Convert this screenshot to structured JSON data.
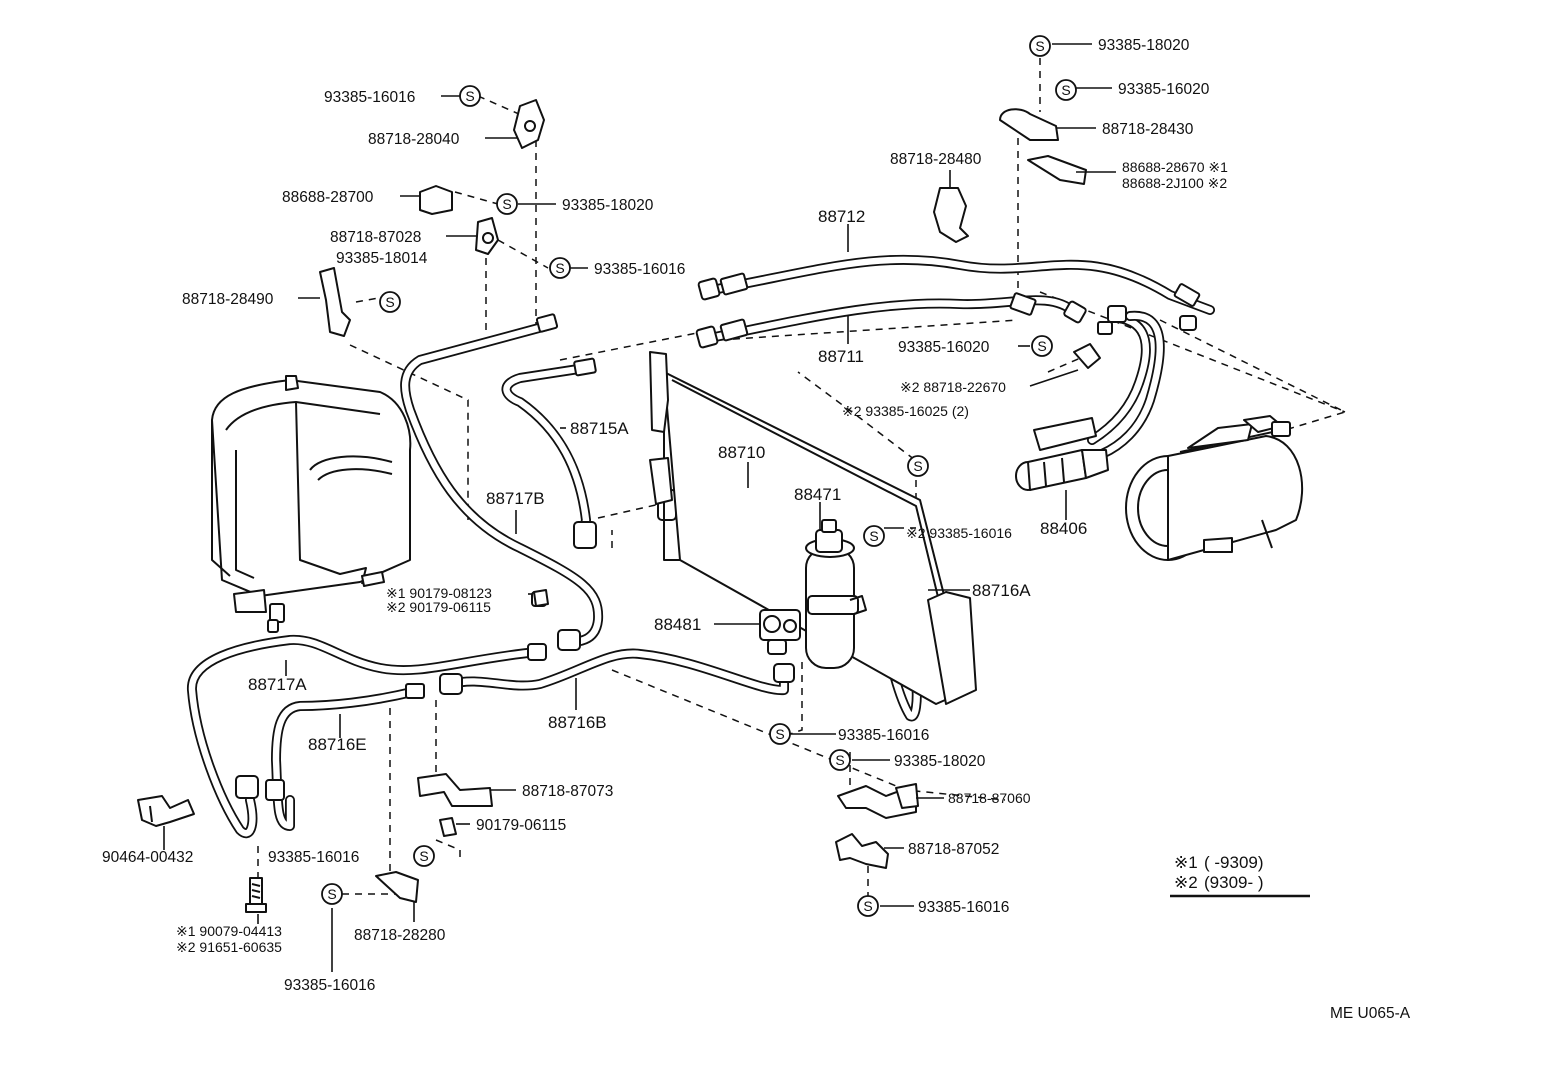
{
  "diagram_ref": "ME  U065-A",
  "symbol_s": "S",
  "symbol_note": "※",
  "legend": [
    {
      "mark": "※1",
      "range": "(        -9309)"
    },
    {
      "mark": "※2",
      "range": "(9309-         )"
    }
  ],
  "labels": {
    "p_93385_18020_top": "93385-18020",
    "p_93385_16020_top": "93385-16020",
    "p_88718_28430": "88718-28430",
    "p_88688_28670": "88688-28670 ※1",
    "p_88688_2j100": "88688-2J100 ※2",
    "p_93385_16016_a": "93385-16016",
    "p_88718_28040": "88718-28040",
    "p_88718_28480": "88718-28480",
    "p_88688_28700": "88688-28700",
    "p_93385_18020_b": "93385-18020",
    "p_88718_87028": "88718-87028",
    "p_93385_18014": "93385-18014",
    "p_93385_16016_b": "93385-16016",
    "p_88718_28490": "88718-28490",
    "p_88712": "88712",
    "p_88711": "88711",
    "p_93385_16020_mid": "93385-16020",
    "p_88718_22670": "※2 88718-22670",
    "p_93385_16025": "※2 93385-16025 (2)",
    "p_88715a": "88715A",
    "p_88710": "88710",
    "p_88717b": "88717B",
    "p_88471": "88471",
    "p_88406": "88406",
    "p_93385_16016_c": "※2 93385-16016",
    "p_90179_08123": "※1 90179-08123",
    "p_90179_06115_a": "※2 90179-06115",
    "p_88716a": "88716A",
    "p_88481": "88481",
    "p_88717a": "88717A",
    "p_88716b": "88716B",
    "p_88716e": "88716E",
    "p_93385_16016_d": "93385-16016",
    "p_93385_18020_c": "93385-18020",
    "p_88718_87073": "88718-87073",
    "p_88718_87060": "88718-87060",
    "p_90179_06115_b": "90179-06115",
    "p_90464_00432": "90464-00432",
    "p_93385_16016_e": "93385-16016",
    "p_88718_87052": "88718-87052",
    "p_93385_16016_f": "93385-16016",
    "p_88718_28280": "88718-28280",
    "p_90079_04413": "※1 90079-04413",
    "p_91651_60635": "※2 91651-60635",
    "p_93385_16016_g": "93385-16016"
  }
}
